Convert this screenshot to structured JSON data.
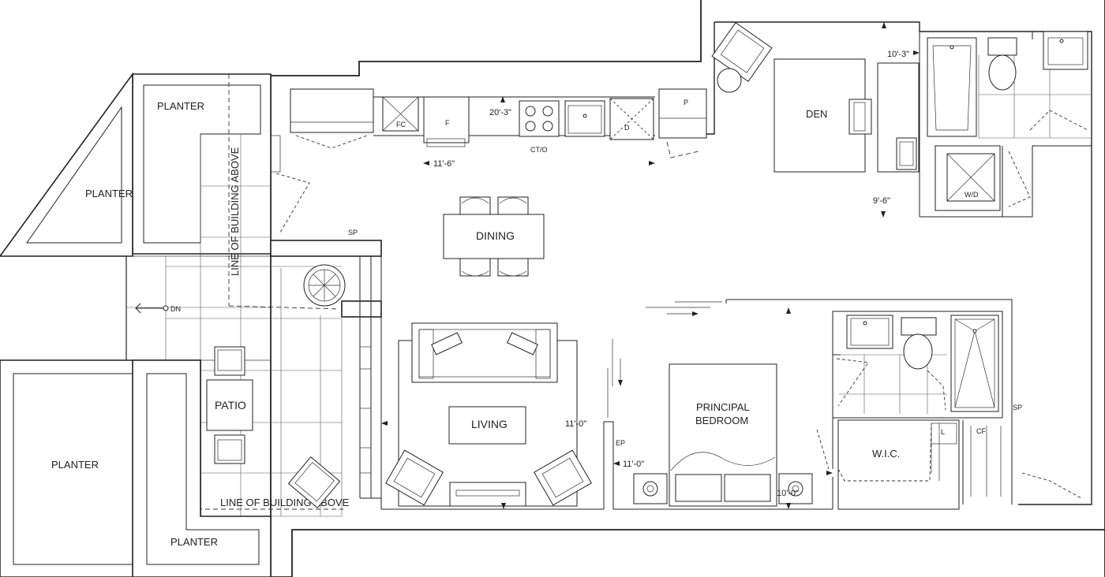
{
  "rooms": {
    "den": "DEN",
    "dining": "DINING",
    "living": "LIVING",
    "principal_bedroom_line1": "PRINCIPAL",
    "principal_bedroom_line2": "BEDROOM",
    "wic": "W.I.C.",
    "patio": "PATIO",
    "planter_top": "PLANTER",
    "planter_left": "PLANTER",
    "planter_bottom_left": "PLANTER",
    "planter_bottom": "PLANTER"
  },
  "annotations": {
    "line_of_building_above_vertical": "LINE OF BUILDING ABOVE",
    "line_of_building_above_horizontal": "LINE OF BUILDING ABOVE",
    "dn": "DN"
  },
  "dimensions": {
    "kitchen_width": "20'-3\"",
    "kitchen_length": "11'-6\"",
    "den_width": "10'-3\"",
    "den_length": "9'-6\"",
    "living_width": "11'-0\"",
    "bedroom_width": "11'-0\"",
    "bedroom_length": "10'-0\""
  },
  "appliances": {
    "fridge": "F",
    "fridge_freezer_cabinet": "FC",
    "cooktop_oven": "CT/O",
    "dishwasher": "D",
    "pantry": "P",
    "washer_dryer": "W/D",
    "linen": "L"
  },
  "labels": {
    "sp_top": "SP",
    "sp_right": "SP",
    "ep": "EP",
    "cf": "CF"
  }
}
